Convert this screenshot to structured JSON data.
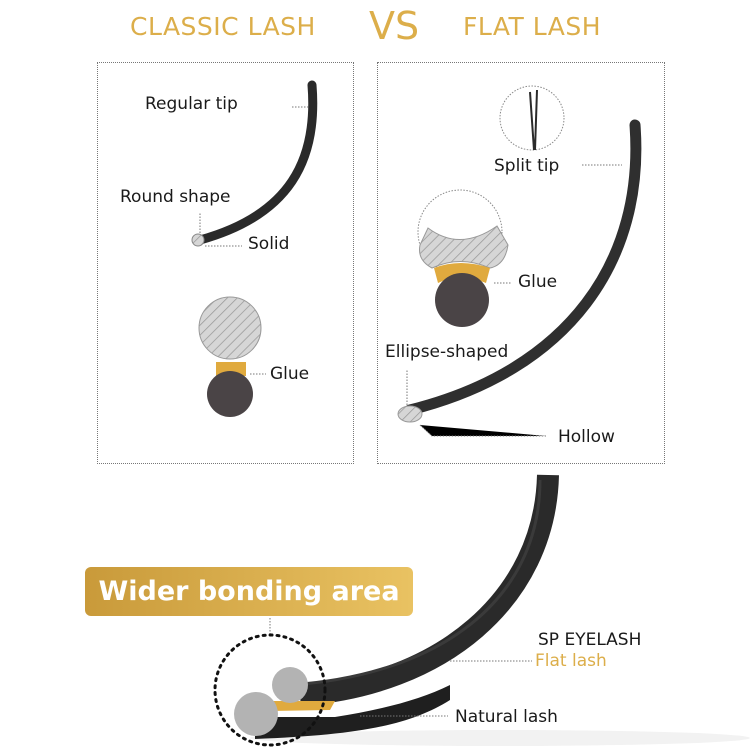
{
  "header": {
    "left": "CLASSIC LASH",
    "vs": "VS",
    "right": "FLAT LASH"
  },
  "classic": {
    "regular_tip": "Regular tip",
    "round_shape": "Round shape",
    "solid": "Solid",
    "glue": "Glue"
  },
  "flat": {
    "split_tip": "Split tip",
    "glue": "Glue",
    "ellipse_shaped": "Ellipse-shaped",
    "hollow": "Hollow"
  },
  "bottom": {
    "banner": "Wider bonding area",
    "brand": "SP EYELASH",
    "flat_lash": "Flat lash",
    "natural_lash": "Natural lash"
  },
  "colors": {
    "gold": "#dcae4a",
    "lash": "#2a2a2a",
    "glue": "#e0aa3e",
    "natural": "#4a4446"
  }
}
